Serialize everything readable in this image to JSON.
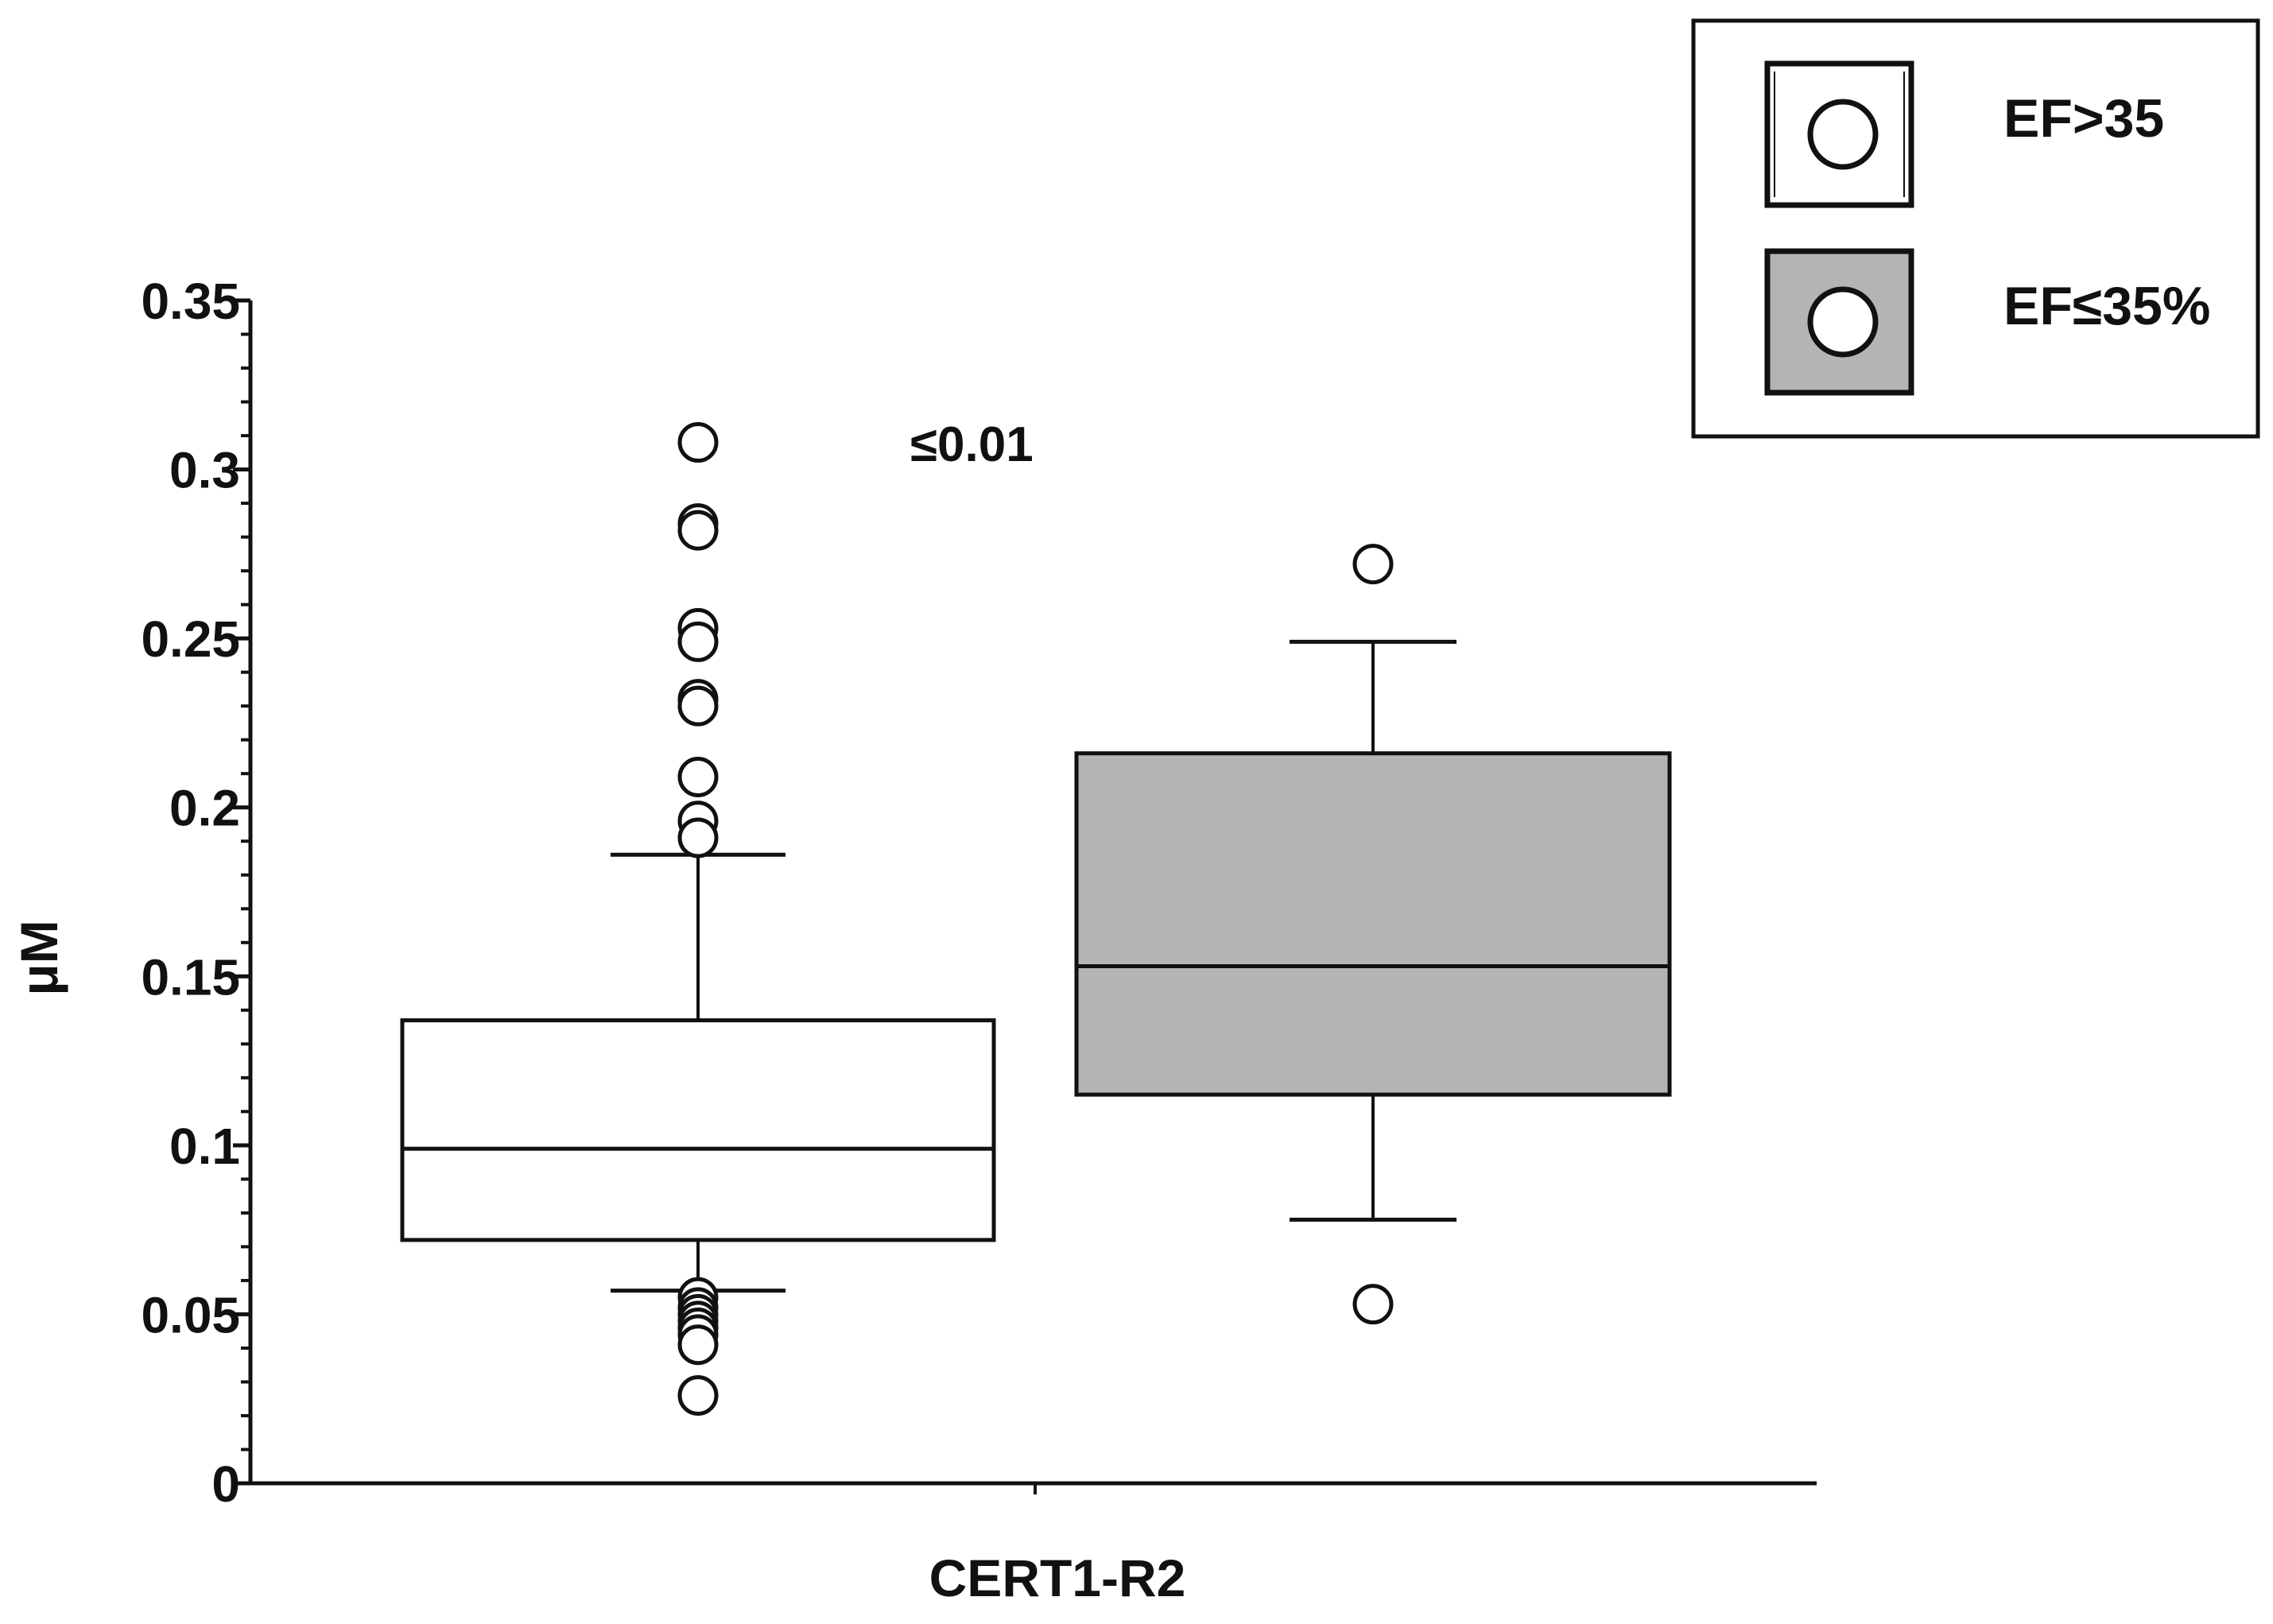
{
  "chart_data": {
    "type": "box",
    "ylabel": "μM",
    "xlabel": "CERT1-R2",
    "ylim": [
      0,
      0.35
    ],
    "yticks": [
      {
        "value": 0,
        "label": "0"
      },
      {
        "value": 0.05,
        "label": "0.05"
      },
      {
        "value": 0.1,
        "label": "0.1"
      },
      {
        "value": 0.15,
        "label": "0.15"
      },
      {
        "value": 0.2,
        "label": "0.2"
      },
      {
        "value": 0.25,
        "label": "0.25"
      },
      {
        "value": 0.3,
        "label": "0.3"
      },
      {
        "value": 0.35,
        "label": "0.35"
      }
    ],
    "grid": false,
    "legend_position": "top-right",
    "annotation": {
      "text": "≤0.01"
    },
    "series": [
      {
        "name": "EF>35",
        "color": "#ffffff",
        "whisker_low": 0.057,
        "q1": 0.072,
        "median": 0.099,
        "q3": 0.137,
        "whisker_high": 0.186,
        "outliers": [
          0.308,
          0.284,
          0.282,
          0.253,
          0.249,
          0.232,
          0.23,
          0.209,
          0.196,
          0.191,
          0.055,
          0.052,
          0.05,
          0.048,
          0.046,
          0.044,
          0.041,
          0.026
        ]
      },
      {
        "name": "EF≤35%",
        "color": "#b4b4b4",
        "whisker_low": 0.078,
        "q1": 0.115,
        "median": 0.153,
        "q3": 0.216,
        "whisker_high": 0.249,
        "outliers": [
          0.272,
          0.053
        ]
      }
    ]
  }
}
